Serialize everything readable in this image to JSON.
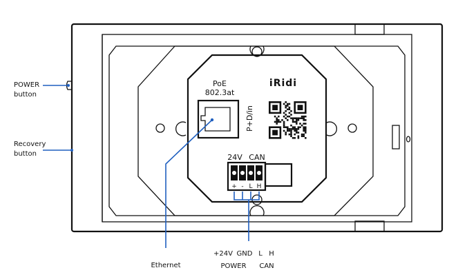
{
  "labels": {
    "power_button": [
      "POWER",
      "button"
    ],
    "recovery_button": [
      "Recovery",
      "button"
    ],
    "ethernet": "Ethernet",
    "poe": [
      "PoE",
      "802.3at"
    ],
    "brand": "iRidi",
    "pd_in": "P+D/in",
    "port_24v": "24V",
    "port_can": "CAN",
    "pins": [
      "+",
      "-",
      "L",
      "H"
    ],
    "bottom_pins": [
      "+24V",
      "GND",
      "L",
      "H"
    ],
    "bottom_groups": [
      "POWER",
      "CAN"
    ]
  },
  "colors": {
    "line": "#111111",
    "callout": "#1f5fbf"
  }
}
